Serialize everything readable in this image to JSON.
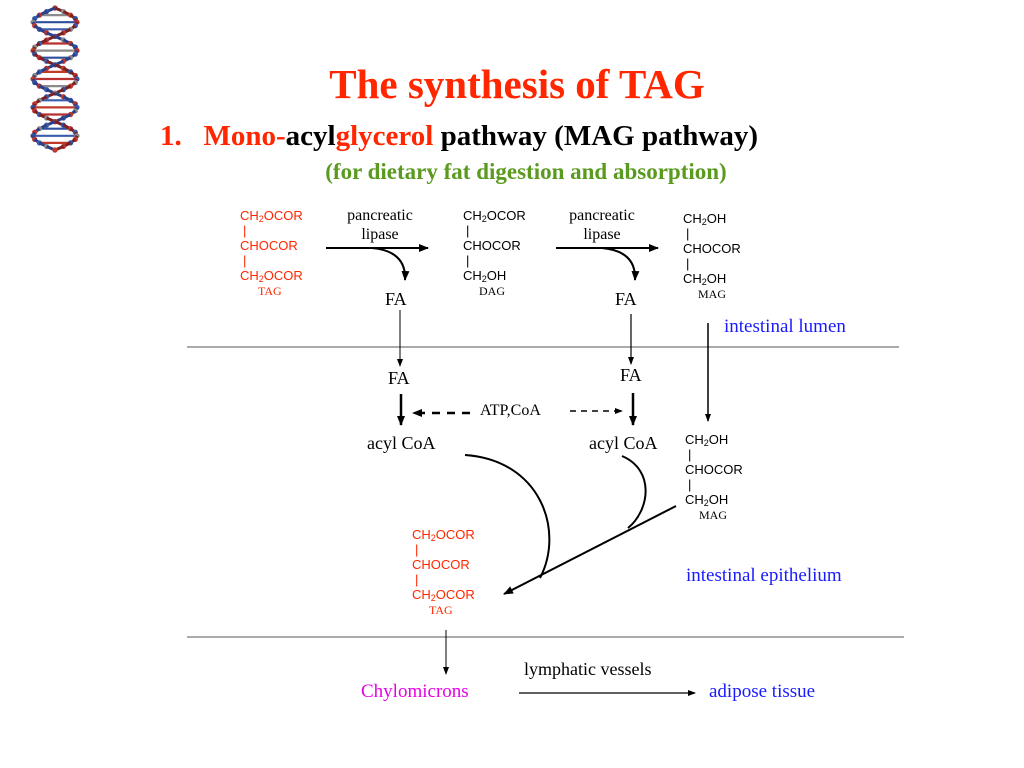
{
  "slide": {
    "title": "The synthesis of TAG",
    "subtitle": {
      "number": "1.",
      "part1": "Mono-",
      "part2": "acyl",
      "part3": "glycerol",
      "part4": " pathway (MAG pathway)"
    },
    "note": "(for dietary fat digestion and absorption)"
  },
  "molecules": {
    "tag_top": {
      "l1_pre": "CH",
      "l1_sub": "2",
      "l1_post": "OCOR",
      "bar": "|",
      "l2": "CHOCOR",
      "l3_pre": "CH",
      "l3_sub": "2",
      "l3_post": "OCOR",
      "caption": "TAG"
    },
    "dag": {
      "l1_pre": "CH",
      "l1_sub": "2",
      "l1_post": "OCOR",
      "bar": "|",
      "l2": "CHOCOR",
      "l3_pre": "CH",
      "l3_sub": "2",
      "l3_post": "OH",
      "caption": "DAG"
    },
    "mag_top": {
      "l1_pre": "CH",
      "l1_sub": "2",
      "l1_post": "OH",
      "bar": "|",
      "l2": "CHOCOR",
      "l3_pre": "CH",
      "l3_sub": "2",
      "l3_post": "OH",
      "caption": "MAG"
    },
    "mag_mid": {
      "l1_pre": "CH",
      "l1_sub": "2",
      "l1_post": "OH",
      "bar": "|",
      "l2": "CHOCOR",
      "l3_pre": "CH",
      "l3_sub": "2",
      "l3_post": "OH",
      "caption": "MAG"
    },
    "tag_bottom": {
      "l1_pre": "CH",
      "l1_sub": "2",
      "l1_post": "OCOR",
      "bar": "|",
      "l2": "CHOCOR",
      "l3_pre": "CH",
      "l3_sub": "2",
      "l3_post": "OCOR",
      "caption": "TAG"
    }
  },
  "labels": {
    "enzyme1": "pancreatic\nlipase",
    "enzyme2": "pancreatic\nlipase",
    "fa1": "FA",
    "fa2": "FA",
    "fa3": "FA",
    "fa4": "FA",
    "atp_coa": "ATP,CoA",
    "acylcoa1": "acyl CoA",
    "acylcoa2": "acyl CoA",
    "lumen": "intestinal lumen",
    "epithelium": "intestinal epithelium",
    "chylomicrons": "Chylomicrons",
    "lymphatic": "lymphatic vessels",
    "adipose": "adipose tissue"
  },
  "colors": {
    "title": "#ff2600",
    "accent_green": "#5a9a1e",
    "region_blue": "#1a1aff",
    "chylomicron_magenta": "#e600e6",
    "tag_red": "#ff2600"
  },
  "icons": {
    "dna": "dna-helix-icon"
  }
}
